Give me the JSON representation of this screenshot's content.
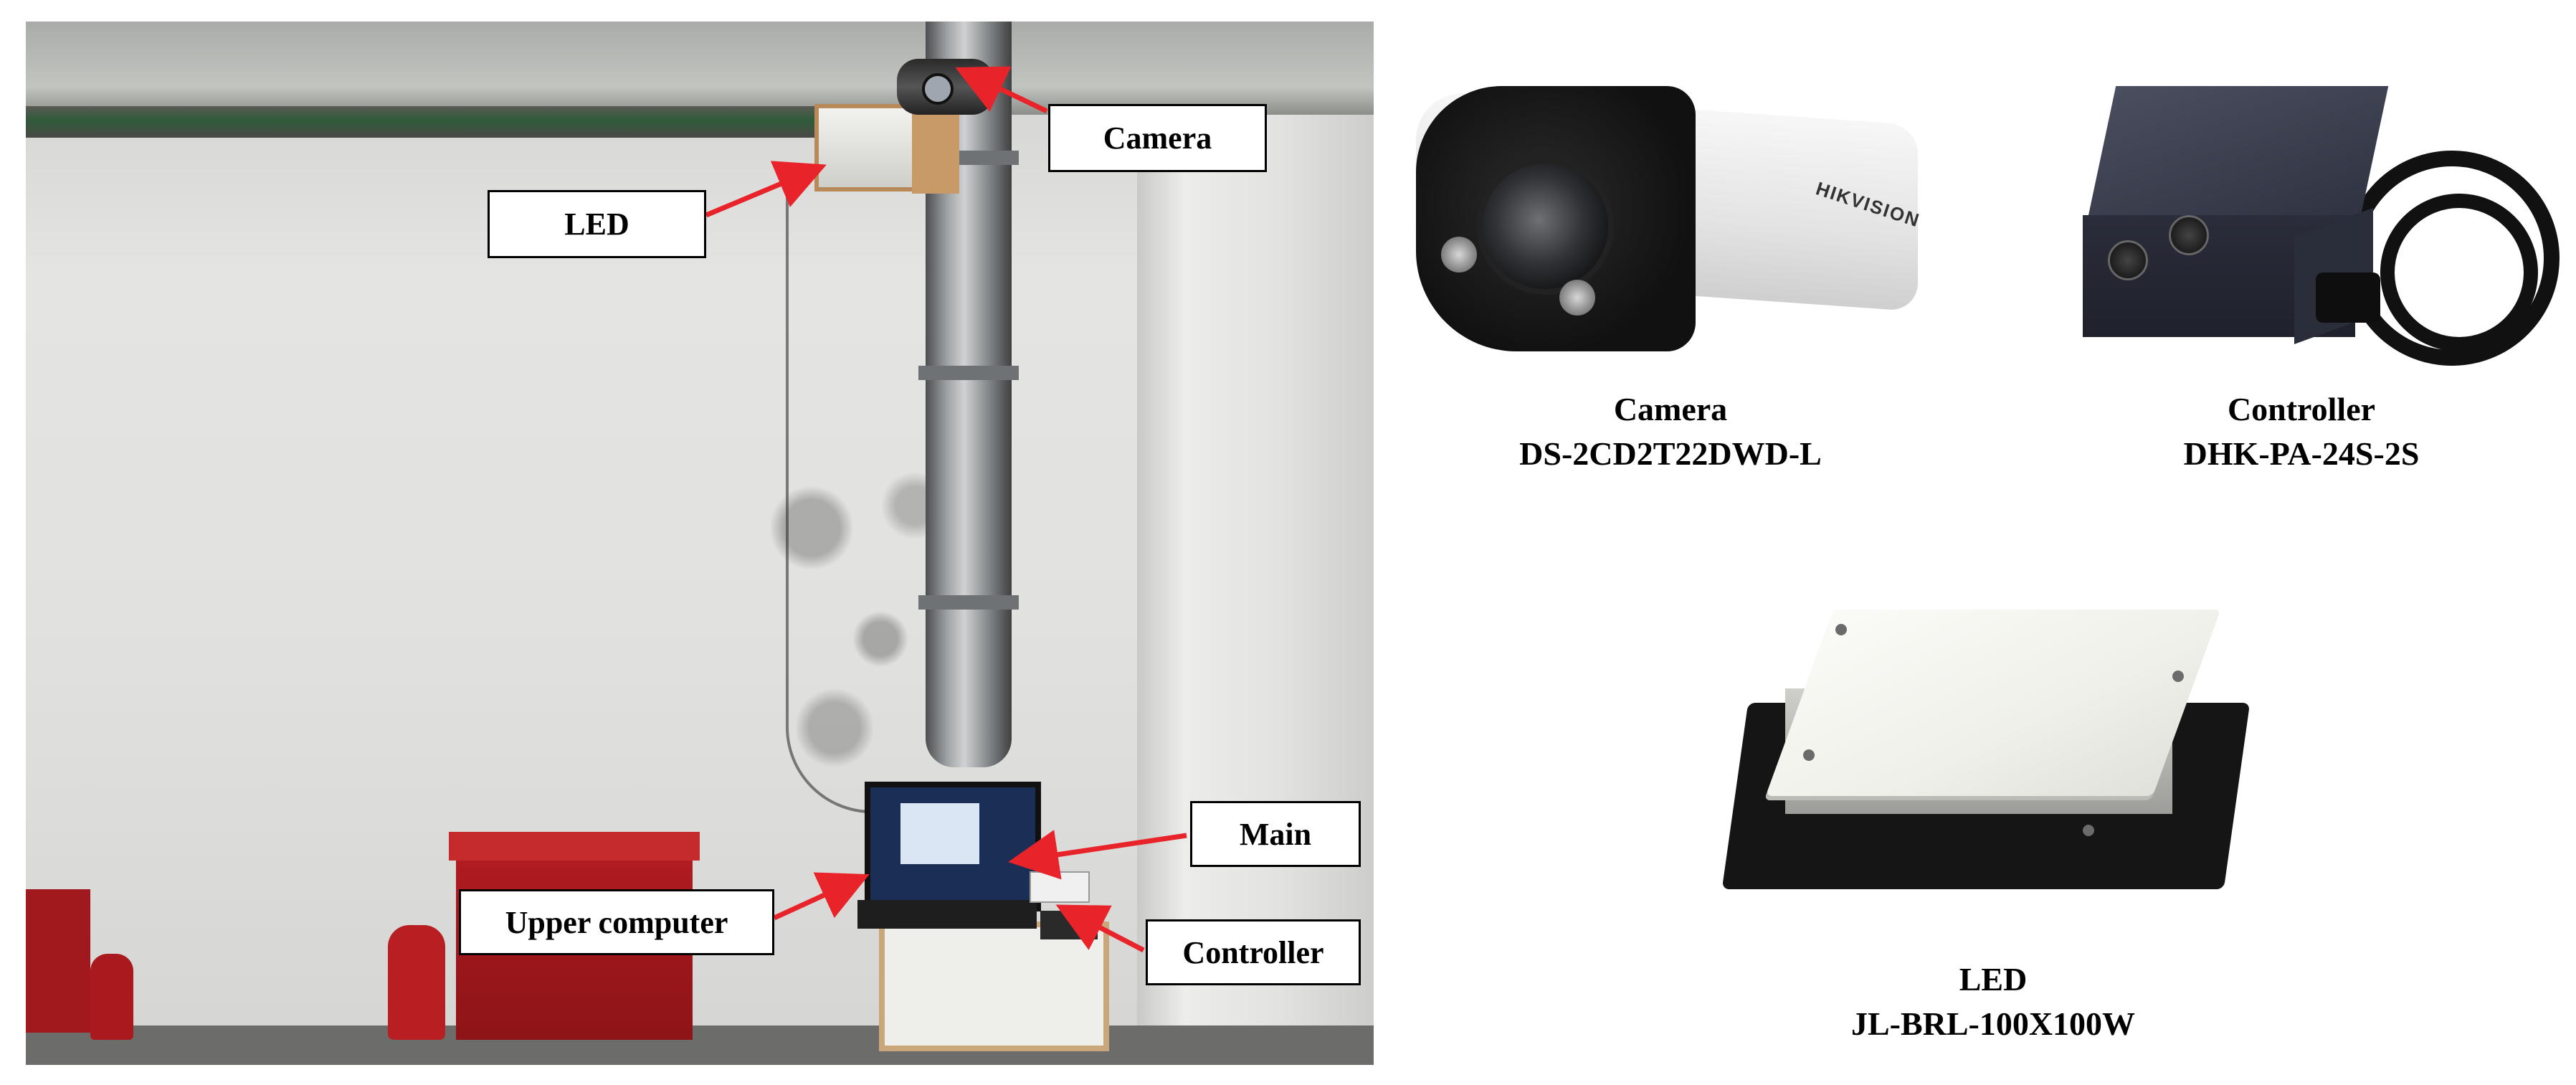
{
  "scene": {
    "callouts": {
      "camera": "Camera",
      "led": "LED",
      "main": "Main",
      "upper_computer": "Upper computer",
      "controller": "Controller"
    },
    "arrow_color": "#e8242a"
  },
  "products": {
    "camera": {
      "name": "Camera",
      "model": "DS-2CD2T22DWD-L",
      "brand_mark": "HIKVISION"
    },
    "controller": {
      "name": "Controller",
      "model": "DHK-PA-24S-2S"
    },
    "led": {
      "name": "LED",
      "model": "JL-BRL-100X100W"
    }
  }
}
